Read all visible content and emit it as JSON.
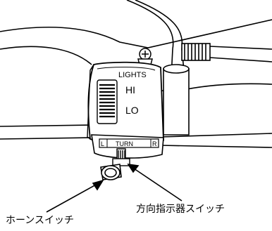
{
  "diagram": {
    "labels": {
      "lights": "LIGHTS",
      "hi": "HI",
      "lo": "LO",
      "turn_left": "L",
      "turn_text": "TURN",
      "turn_right": "R"
    },
    "callouts": {
      "horn_switch": "ホーンスイッチ",
      "turn_signal_switch": "方向指示器スイッチ"
    },
    "colors": {
      "line": "#000000",
      "background": "#ffffff",
      "fill_light": "#f4f4f4"
    }
  }
}
